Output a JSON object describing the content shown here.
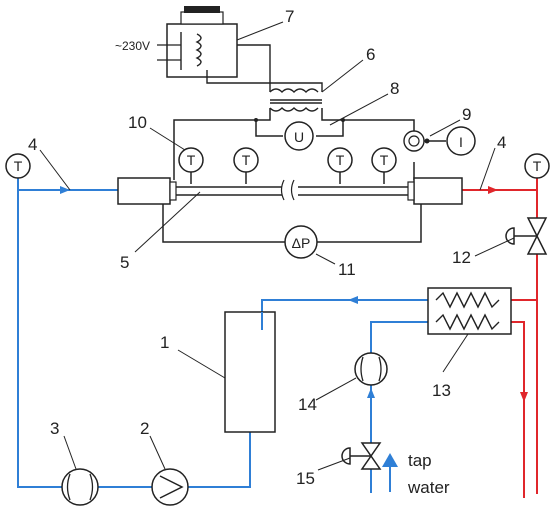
{
  "diagram": {
    "supply_label": "~230V",
    "numbers": {
      "n1": "1",
      "n2": "2",
      "n3": "3",
      "n4a": "4",
      "n4b": "4",
      "n5": "5",
      "n6": "6",
      "n7": "7",
      "n8": "8",
      "n9": "9",
      "n10": "10",
      "n11": "11",
      "n12": "12",
      "n13": "13",
      "n14": "14",
      "n15": "15"
    },
    "symbols": {
      "thermometer": "T",
      "voltmeter": "U",
      "ammeter": "I",
      "diff_pressure": "ΔP"
    },
    "tap_water": [
      "tap",
      "water"
    ],
    "colors": {
      "cold_line": "#2f7fd6",
      "hot_line": "#e0262b",
      "black_line": "#222222"
    }
  }
}
